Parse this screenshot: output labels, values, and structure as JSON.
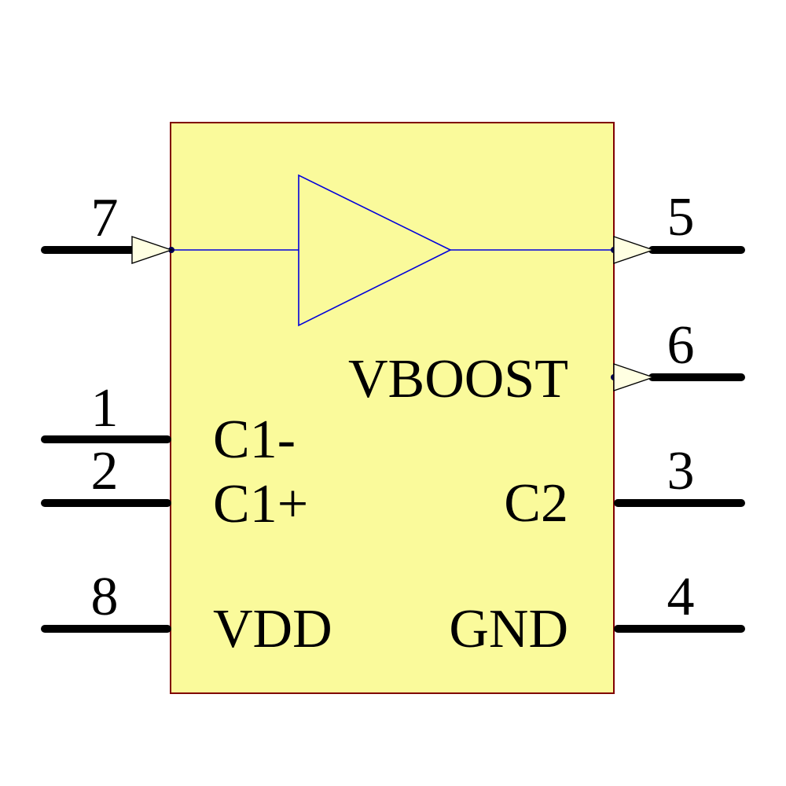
{
  "schematic": {
    "kind": "ic-symbol",
    "colors": {
      "background": "#ffffff",
      "body_fill": "#FAFA9B",
      "body_border": "#800000",
      "wire": "#0000DC",
      "pin_line": "#000000",
      "junction_dot": "#000050",
      "arrowhead_fill": "#FFFFE2",
      "arrowhead_stroke": "#000000",
      "text": "#000000"
    },
    "internal_labels": {
      "vboost": "VBOOST",
      "c1_minus": "C1-",
      "c1_plus": "C1+",
      "c2": "C2",
      "vdd": "VDD",
      "gnd": "GND"
    },
    "pins": {
      "p1": {
        "number": "1",
        "side": "left"
      },
      "p2": {
        "number": "2",
        "side": "left"
      },
      "p3": {
        "number": "3",
        "side": "right"
      },
      "p4": {
        "number": "4",
        "side": "right"
      },
      "p5": {
        "number": "5",
        "side": "right"
      },
      "p6": {
        "number": "6",
        "side": "right"
      },
      "p7": {
        "number": "7",
        "side": "left"
      },
      "p8": {
        "number": "8",
        "side": "left"
      }
    }
  }
}
